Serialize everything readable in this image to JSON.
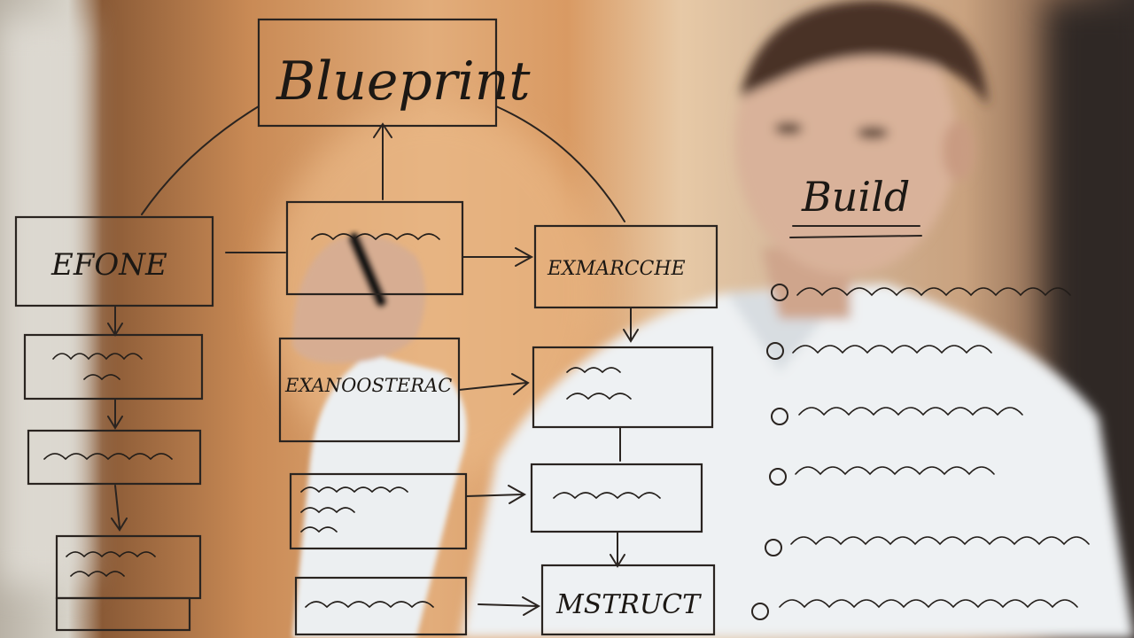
{
  "board": {
    "title": "Blueprint",
    "left_box": "EFONE",
    "right_box": "EXMARCCHE",
    "mid_box": "EXANOOSTERAC",
    "bottom_box": "MSTRUCT",
    "section_heading": "Build"
  },
  "colors": {
    "ink": "#1c1814",
    "shirt": "#eef1f3",
    "skin": "#d9b29a",
    "hair": "#4a3226"
  }
}
